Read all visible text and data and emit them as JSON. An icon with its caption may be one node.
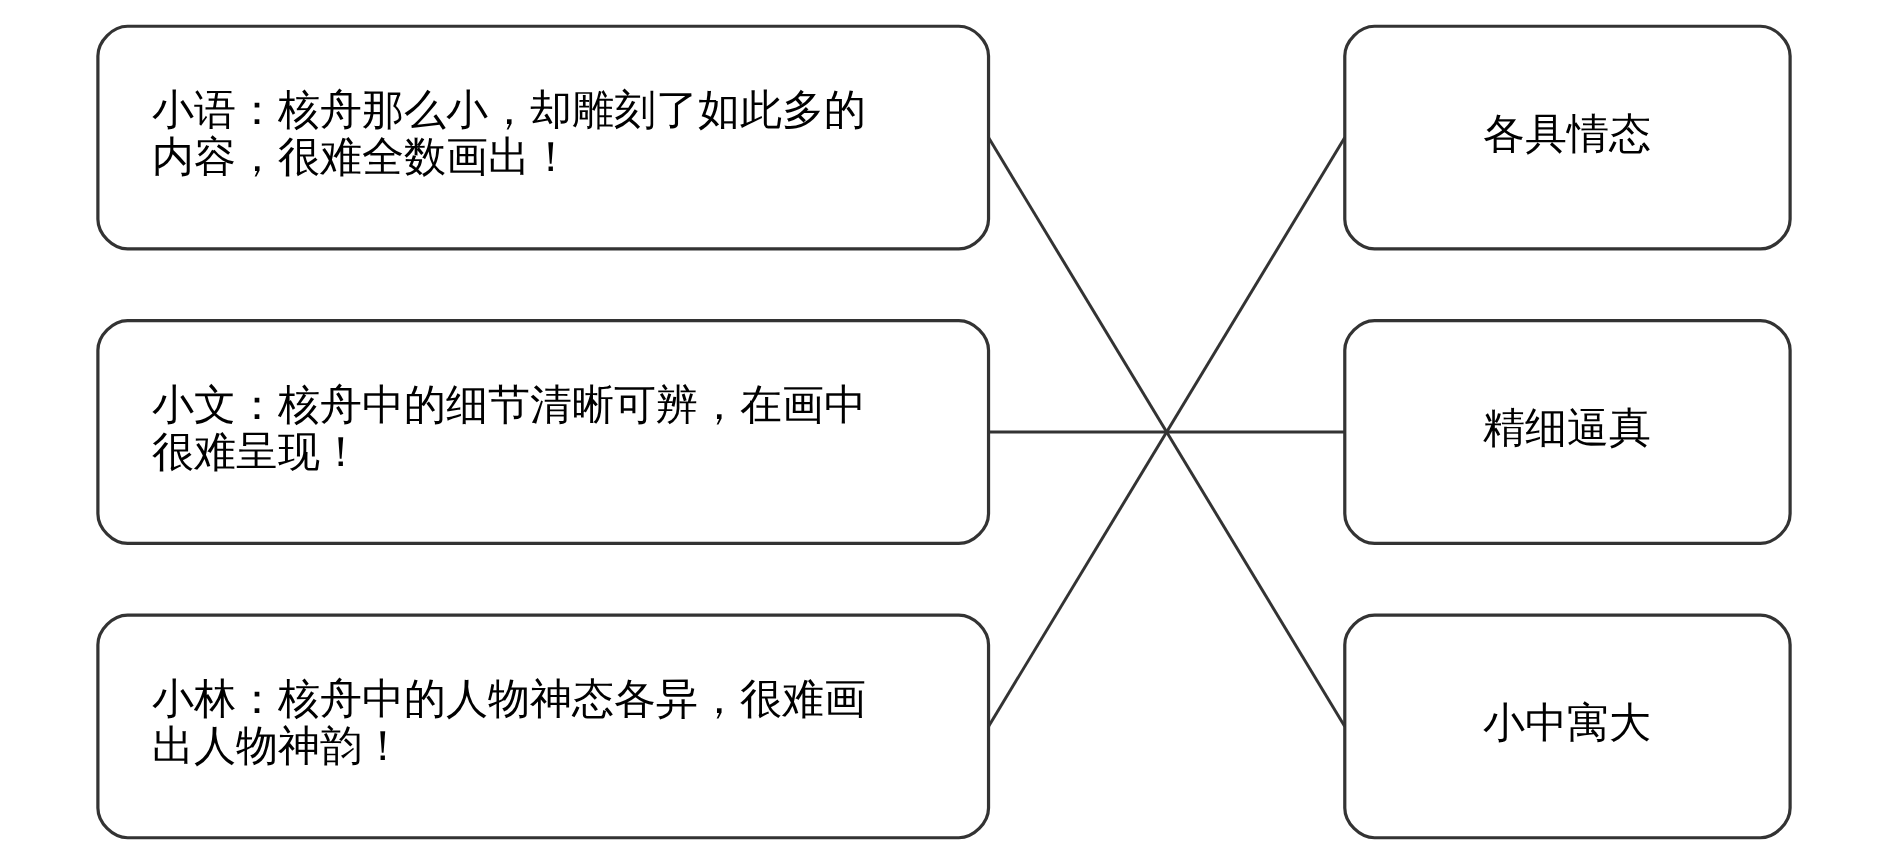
{
  "diagram": {
    "nodes": [
      {
        "text": [
          "小语：核舟那么小，却雕刻了如此多的内容，很难全数画出！"
        ]
      },
      {
        "text": [
          "小文：核舟中的细节清晰可辨，在画中很难呈现！"
        ]
      },
      {
        "text": [
          "小林：核舟中的人物神态各异，很难画出人物神韵！"
        ]
      },
      {
        "text": [
          "各具情态"
        ]
      },
      {
        "text": [
          "精细逼真"
        ]
      },
      {
        "text": [
          "小中寓大"
        ]
      }
    ],
    "edges": [
      {
        "from": 0,
        "to": 5,
        "arrow": "none"
      },
      {
        "from": 1,
        "to": 4,
        "arrow": "none"
      },
      {
        "from": 2,
        "to": 3,
        "arrow": "none"
      }
    ]
  }
}
